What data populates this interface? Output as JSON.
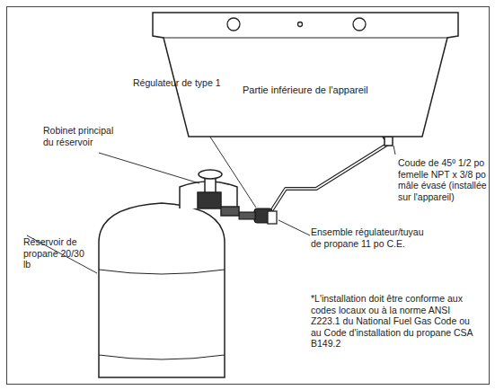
{
  "diagram": {
    "nodes": [
      {
        "text": [
          "Partie inférieure de l'appareil"
        ]
      }
    ],
    "labels": [
      "Régulateur de type 1",
      "Robinet principal du réservoir",
      "Réservoir de propane 20/30 lb",
      "Coude de 45º 1/2 po femelle NPT x 3/8 po mâle évasé (installée sur l'appareil)",
      "Ensemble régulateur/tuyau de propane 11 po C.E.",
      "*L'installation doit être conforme aux codes locaux ou à la norme ANSI Z223.1 du National Fuel Gas Code ou au Code d'installation du propane CSA B149.2"
    ]
  }
}
